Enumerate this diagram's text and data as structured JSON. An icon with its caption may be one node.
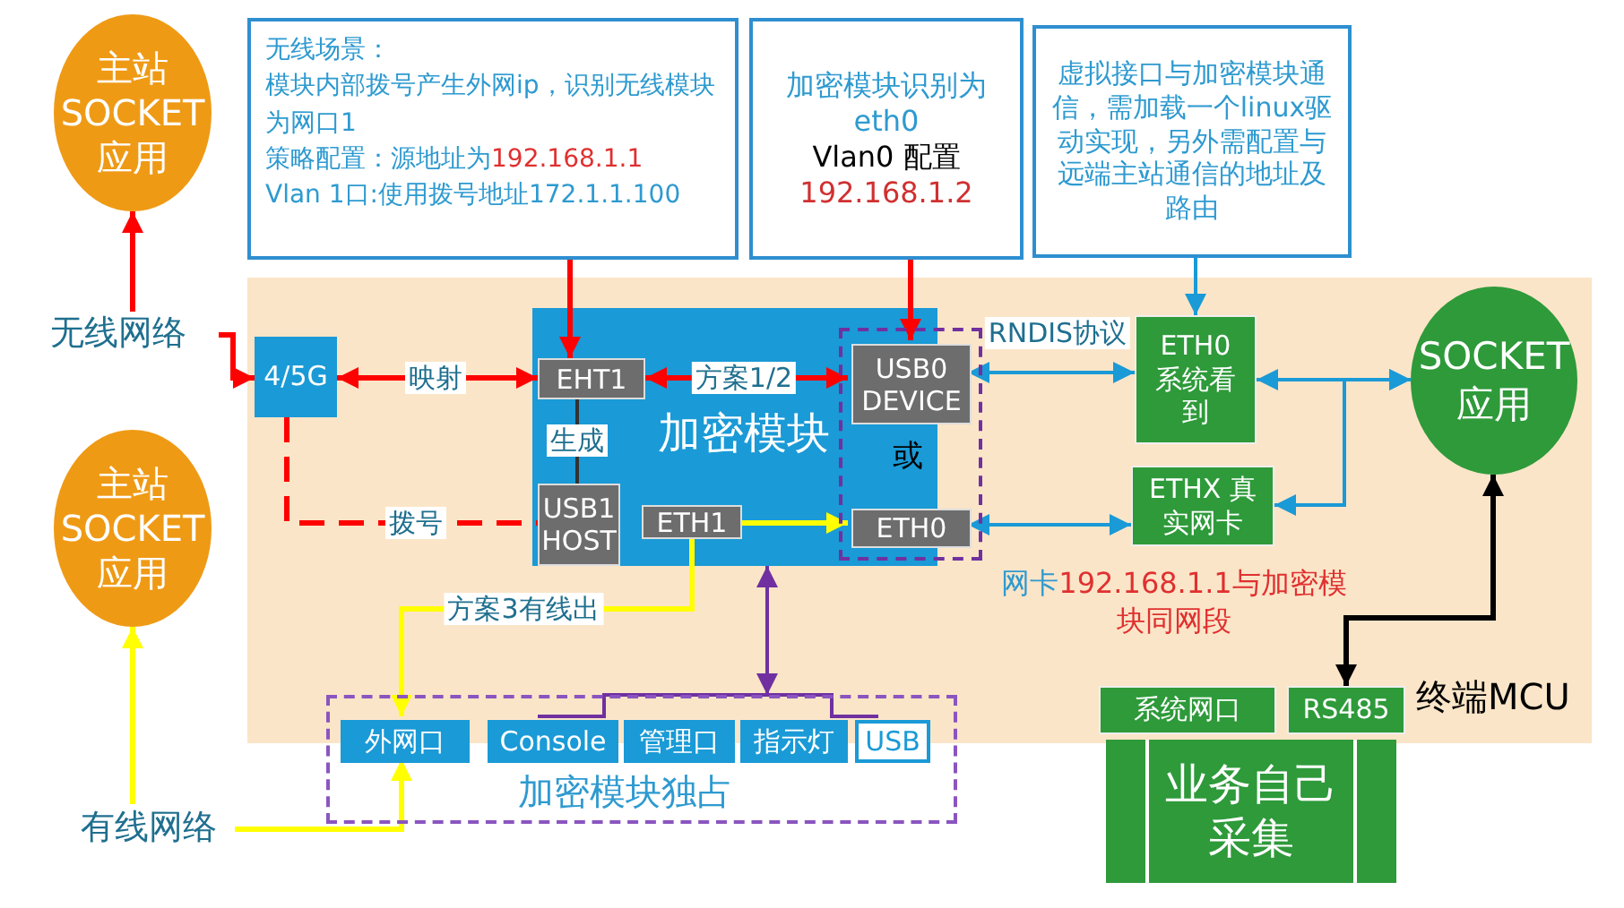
{
  "diagram": {
    "nodes": [
      {
        "text": [
          "主站 SOCKET 应用"
        ]
      },
      {
        "text": [
          "无线网络"
        ]
      },
      {
        "text": [
          "主站 SOCKET 应用"
        ]
      },
      {
        "text": [
          "有线网络"
        ]
      },
      {
        "text": [
          "无线场景：",
          "模块内部拨号产生外网ip，识别无线模块为网口1",
          "策略配置：源地址为",
          "192.168.1.1",
          "Vlan 1口:使用拨号地址172.1.1.100"
        ]
      },
      {
        "text": [
          "加密模块识别为 eth0",
          "Vlan0 配置",
          "192.168.1.2"
        ]
      },
      {
        "text": [
          "虚拟接口与加密模块通信，需加载一个linux驱动实现，另外需配置与远端主站通信的地址及路由"
        ]
      },
      {
        "text": [
          "终端MCU"
        ]
      },
      {
        "text": [
          "4/5G"
        ],
        "in": 7
      },
      {
        "text": [
          "加密模块"
        ],
        "in": 7
      },
      {
        "text": [
          "EHT1"
        ],
        "in": 9
      },
      {
        "text": [
          "USB1 HOST"
        ],
        "in": 9
      },
      {
        "text": [
          "ETH1"
        ],
        "in": 9
      },
      {
        "text": [
          "或"
        ],
        "in": 7
      },
      {
        "text": [
          "USB0 DEVICE"
        ],
        "in": 13
      },
      {
        "text": [
          "ETH0"
        ],
        "in": 13
      },
      {
        "text": [
          "ETH0 系统看到"
        ],
        "in": 7
      },
      {
        "text": [
          "ETHX 真实网卡"
        ],
        "in": 7
      },
      {
        "text": [
          "SOCKET 应用"
        ],
        "in": 7
      },
      {
        "text": [
          "加密模块独占"
        ]
      },
      {
        "text": [
          "外网口"
        ],
        "in": 19
      },
      {
        "text": [
          "Console"
        ],
        "in": 19
      },
      {
        "text": [
          "管理口"
        ],
        "in": 19
      },
      {
        "text": [
          "指示灯"
        ],
        "in": 19
      },
      {
        "text": [
          "USB"
        ],
        "in": 19
      },
      {
        "text": [
          "系统网口"
        ],
        "in": 7
      },
      {
        "text": [
          "RS485"
        ],
        "in": 7
      },
      {
        "text": [
          "业务自己采集"
        ]
      }
    ],
    "edges": [
      {
        "from": 1,
        "to": 0,
        "arrow": "to",
        "color": "#ff0000"
      },
      {
        "from": 1,
        "to": 8,
        "arrow": "to",
        "color": "#ff0000"
      },
      {
        "from": 3,
        "to": 2,
        "arrow": "to",
        "color": "#ffff00"
      },
      {
        "from": 3,
        "to": 20,
        "arrow": "to",
        "color": "#ffff00"
      },
      {
        "from": 4,
        "to": 10,
        "arrow": "to",
        "color": "#ff0000"
      },
      {
        "from": 5,
        "to": 14,
        "arrow": "to",
        "color": "#ff0000"
      },
      {
        "from": 6,
        "to": 16,
        "arrow": "to",
        "color": "#1a9ad6"
      },
      {
        "from": 8,
        "to": 10,
        "arrow": "both",
        "label": "映射",
        "color": "#ff0000"
      },
      {
        "from": 10,
        "to": 14,
        "arrow": "both",
        "label": "方案1/2",
        "color": "#ff0000"
      },
      {
        "from": 10,
        "to": 11,
        "arrow": "none",
        "label": "生成",
        "color": "#333333"
      },
      {
        "from": 8,
        "to": 11,
        "arrow": "none",
        "label": "拨号",
        "style": "dashed",
        "color": "#ff0000"
      },
      {
        "from": 12,
        "to": 15,
        "arrow": "to",
        "color": "#ffff00"
      },
      {
        "from": 12,
        "to": 20,
        "arrow": "to",
        "label": "方案3有线出",
        "color": "#ffff00"
      },
      {
        "from": 14,
        "to": 16,
        "arrow": "both",
        "label": "RNDIS协议",
        "color": "#1a9ad6"
      },
      {
        "from": 15,
        "to": 17,
        "arrow": "both",
        "color": "#1a9ad6"
      },
      {
        "from": 16,
        "to": 18,
        "arrow": "both",
        "color": "#1a9ad6"
      },
      {
        "from": 17,
        "to": 18,
        "arrow": "both",
        "color": "#1a9ad6"
      },
      {
        "from": 9,
        "to": 19,
        "arrow": "both",
        "color": "#7030a0"
      },
      {
        "from": 18,
        "to": 26,
        "arrow": "both",
        "color": "#000000"
      }
    ],
    "labels": [
      "网卡",
      "192.168.1.1与加密模块同网段"
    ]
  }
}
